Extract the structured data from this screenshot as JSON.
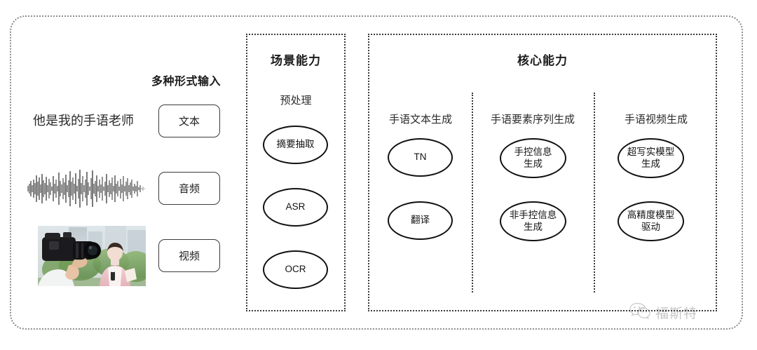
{
  "diagram": {
    "title_visible": false,
    "colors": {
      "node_stroke": "#111111",
      "panel_border": "#3a3a3a",
      "outer_border": "#8d8d8d",
      "text": "#1c1c1c",
      "background": "#ffffff"
    }
  },
  "input_section": {
    "heading": "多种形式输入",
    "sentence": "他是我的手语老师",
    "modalities": [
      {
        "label": "文本",
        "media": "text-sentence"
      },
      {
        "label": "音频",
        "media": "audio-waveform"
      },
      {
        "label": "视频",
        "media": "video-thumbnail"
      }
    ],
    "waveform_alt": "audio-waveform",
    "photo_alt": "cameraman-filming-reporter"
  },
  "scene_panel": {
    "title": "场景能力",
    "group_label": "预处理",
    "nodes": [
      {
        "label": "摘要抽取"
      },
      {
        "label": "ASR"
      },
      {
        "label": "OCR"
      }
    ]
  },
  "core_panel": {
    "title": "核心能力",
    "columns": [
      {
        "header": "手语文本生成",
        "nodes": [
          {
            "label": "TN"
          },
          {
            "label": "翻译"
          }
        ]
      },
      {
        "header": "手语要素序列生成",
        "nodes": [
          {
            "label": "手控信息\n生成"
          },
          {
            "label": "非手控信息\n生成"
          }
        ]
      },
      {
        "header": "手语视频生成",
        "nodes": [
          {
            "label": "超写实模型\n生成"
          },
          {
            "label": "高精度模型\n驱动"
          }
        ]
      }
    ]
  },
  "watermark": {
    "text": "福斯特",
    "icon": "wechat-icon"
  }
}
